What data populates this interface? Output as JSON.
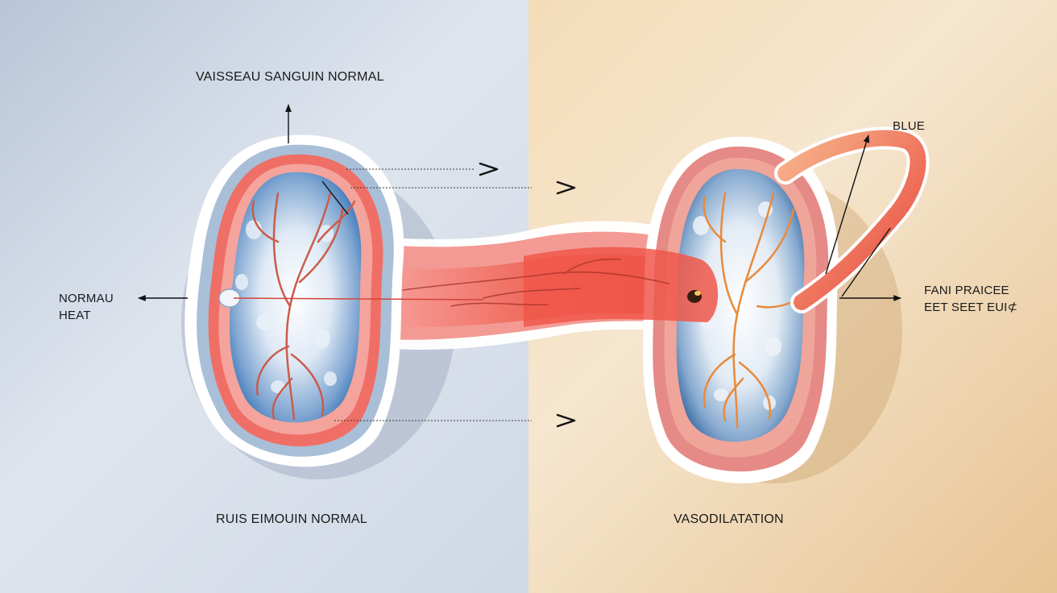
{
  "labels": {
    "top_left": "VAISSEAU SANGUIN NORMAL",
    "bottom_left": "RUIS ЕIMOUIN NORMAL",
    "left_side": [
      "NORMAU",
      "HEAT"
    ],
    "top_right": "BLUE",
    "right_side": [
      "FANI PRAICEE",
      "EET SEET EUI⊄"
    ],
    "bottom_right": "VASODILATATION"
  },
  "colors": {
    "left_panel": "#cfd8e5",
    "right_panel": "#f1d8b2",
    "vessel_wall": "#ef6f66",
    "vessel_core": "#f0574a",
    "cell_blue": "#2f6fb5",
    "vein_left": "#c95d4a",
    "vein_right": "#e98a3a"
  },
  "icons": [
    "arrow-up-icon",
    "arrow-right-icon",
    "arrow-left-icon"
  ]
}
